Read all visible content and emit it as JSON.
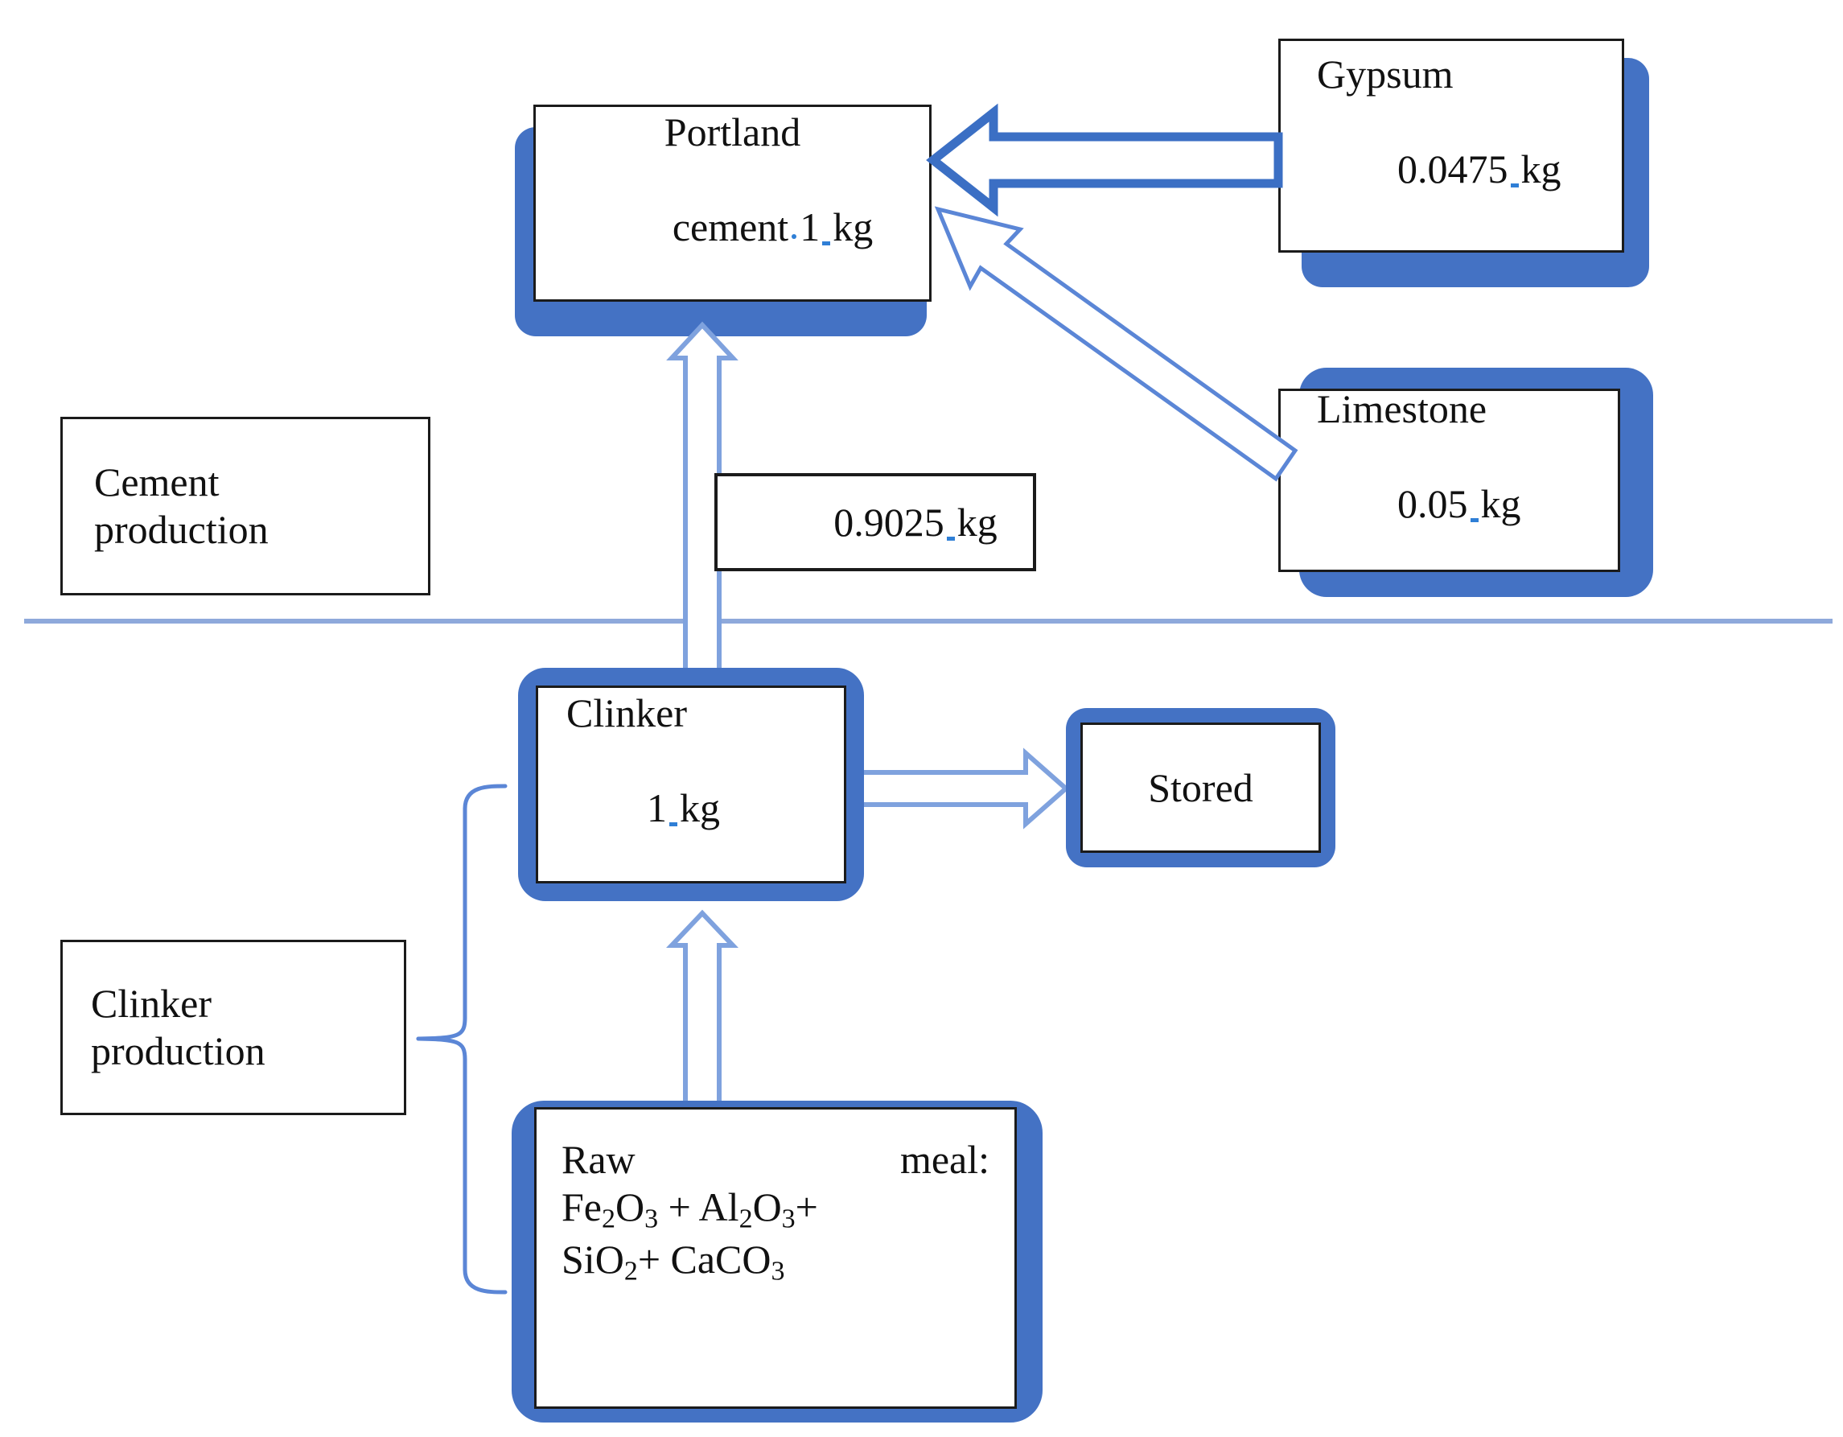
{
  "diagram": {
    "title": "Cement production flow diagram",
    "colors": {
      "box_shadow_blue": "#4472C4",
      "arrow_dark_blue": "#3B6FC4",
      "arrow_light_blue": "#8CA9E0",
      "divider_blue": "#8EA9DB",
      "brace_blue": "#5B86D6",
      "box_border": "#1b1b1b",
      "box_fill": "#ffffff",
      "text": "#111111"
    },
    "sections": [
      {
        "name": "cement-production",
        "label": "Cement\nproduction",
        "line1": "Cement",
        "line2": "production"
      },
      {
        "name": "clinker-production",
        "label": "Clinker\nproduction",
        "line1": "Clinker",
        "line2": "production"
      }
    ],
    "nodes": {
      "portland_cement": {
        "line1": "Portland",
        "line2_text": "cement",
        "line2_value": "1",
        "line2_unit": "kg"
      },
      "gypsum": {
        "line1": "Gypsum",
        "value": "0.0475",
        "unit": "kg"
      },
      "limestone": {
        "line1": "Limestone",
        "value": "0.05",
        "unit": "kg"
      },
      "clinker": {
        "line1": "Clinker",
        "value": "1",
        "unit": "kg"
      },
      "stored": {
        "label": "Stored"
      },
      "raw_meal": {
        "heading_left": "Raw",
        "heading_right": "meal:",
        "formula_line1": [
          {
            "t": "Fe"
          },
          {
            "s": "2"
          },
          {
            "t": "O"
          },
          {
            "s": "3"
          },
          {
            "t": " + Al"
          },
          {
            "s": "2"
          },
          {
            "t": "O"
          },
          {
            "s": "3"
          },
          {
            "t": "+"
          }
        ],
        "formula_line2": [
          {
            "t": "SiO"
          },
          {
            "s": "2"
          },
          {
            "t": "+ CaCO"
          },
          {
            "s": "3"
          }
        ],
        "formula_line1_text": "Fe2O3 + Al2O3+",
        "formula_line2_text": "SiO2+ CaCO3"
      }
    },
    "flow_labels": [
      {
        "name": "clinker-to-cement-quantity",
        "value": "0.9025",
        "unit": "kg"
      }
    ],
    "edges": [
      {
        "from": "gypsum",
        "to": "portland_cement",
        "style": "block-arrow-horizontal",
        "direction": "left"
      },
      {
        "from": "limestone",
        "to": "portland_cement",
        "style": "block-arrow-diagonal",
        "direction": "up-left"
      },
      {
        "from": "clinker",
        "to": "portland_cement",
        "style": "block-arrow-vertical",
        "direction": "up",
        "label": "0.9025 kg"
      },
      {
        "from": "clinker",
        "to": "stored",
        "style": "block-arrow-horizontal",
        "direction": "right"
      },
      {
        "from": "raw_meal",
        "to": "clinker",
        "style": "block-arrow-vertical",
        "direction": "up"
      }
    ],
    "divider": {
      "name": "section-divider",
      "orientation": "horizontal"
    },
    "brace": {
      "name": "clinker-production-brace",
      "spans": [
        "clinker",
        "raw_meal"
      ]
    }
  }
}
